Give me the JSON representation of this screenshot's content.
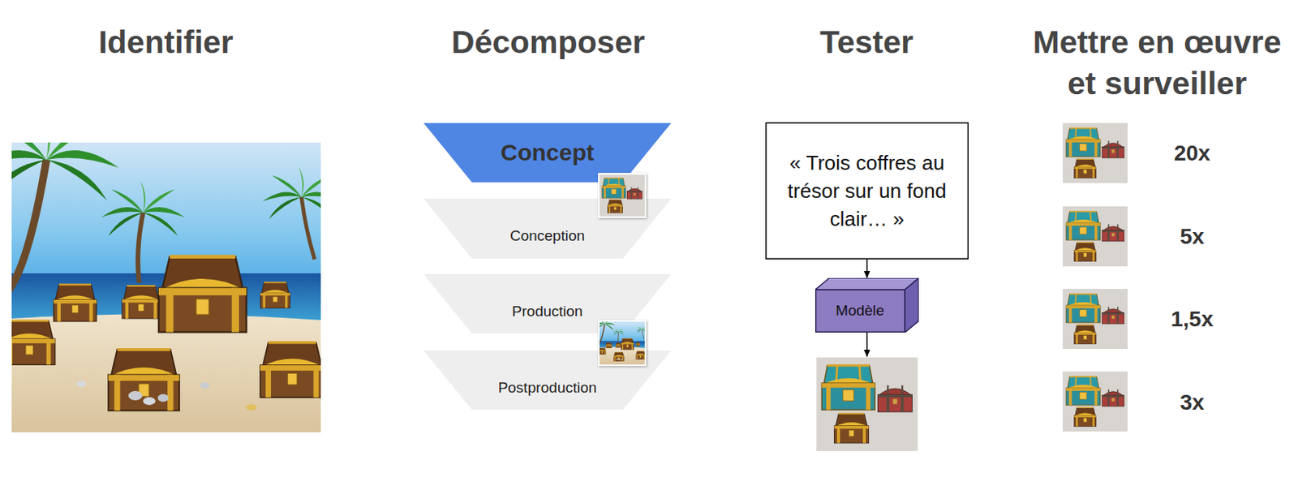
{
  "diagram": {
    "nodes": [
      {
        "text": [
          "Concept"
        ]
      },
      {
        "text": [
          "Conception"
        ]
      },
      {
        "text": [
          "Production"
        ]
      },
      {
        "text": [
          "Postproduction"
        ]
      },
      {
        "text": [
          "« Trois coffres au trésor sur un fond clair… »"
        ]
      },
      {
        "text": [
          "Modèle"
        ]
      }
    ],
    "edges": [
      {
        "from": 4,
        "to": 5,
        "arrow": "to"
      }
    ],
    "labels": [
      "Identifier",
      "Décomposer",
      "Tester",
      "Mettre en œuvre et surveiller",
      "20x",
      "5x",
      "1,5x",
      "3x"
    ]
  }
}
